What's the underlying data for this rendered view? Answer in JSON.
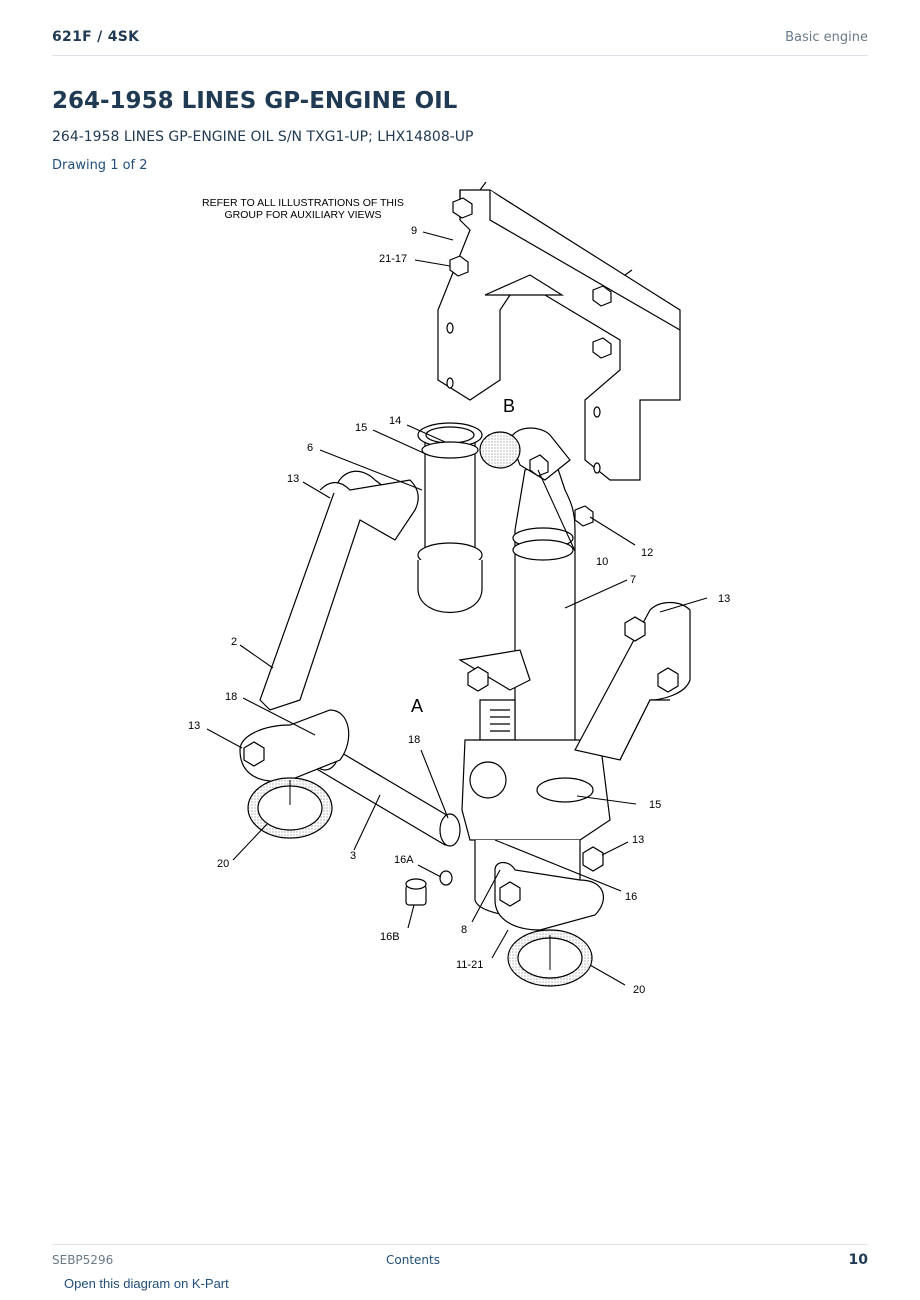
{
  "header": {
    "model": "621F  /  4SK",
    "section": "Basic engine"
  },
  "title": "264-1958 LINES GP-ENGINE OIL",
  "subtitle": "264-1958 LINES GP-ENGINE OIL S/N TXG1-UP; LHX14808-UP",
  "drawing": "Drawing 1 of 2",
  "diagram": {
    "note_line1": "REFER TO ALL ILLUSTRATIONS OF THIS",
    "note_line2": "GROUP FOR AUXILIARY VIEWS",
    "view_a": "A",
    "view_b": "B",
    "callouts": [
      "9",
      "21-17",
      "14",
      "15",
      "6",
      "13",
      "10",
      "12",
      "7",
      "13",
      "2",
      "18",
      "13",
      "18",
      "15",
      "13",
      "20",
      "3",
      "16A",
      "16",
      "16B",
      "8",
      "11-21",
      "20"
    ]
  },
  "footer": {
    "doc_id": "SEBP5296",
    "contents_link": "Contents",
    "page_number": "10",
    "kpart_link": "Open this diagram on K-Part"
  }
}
